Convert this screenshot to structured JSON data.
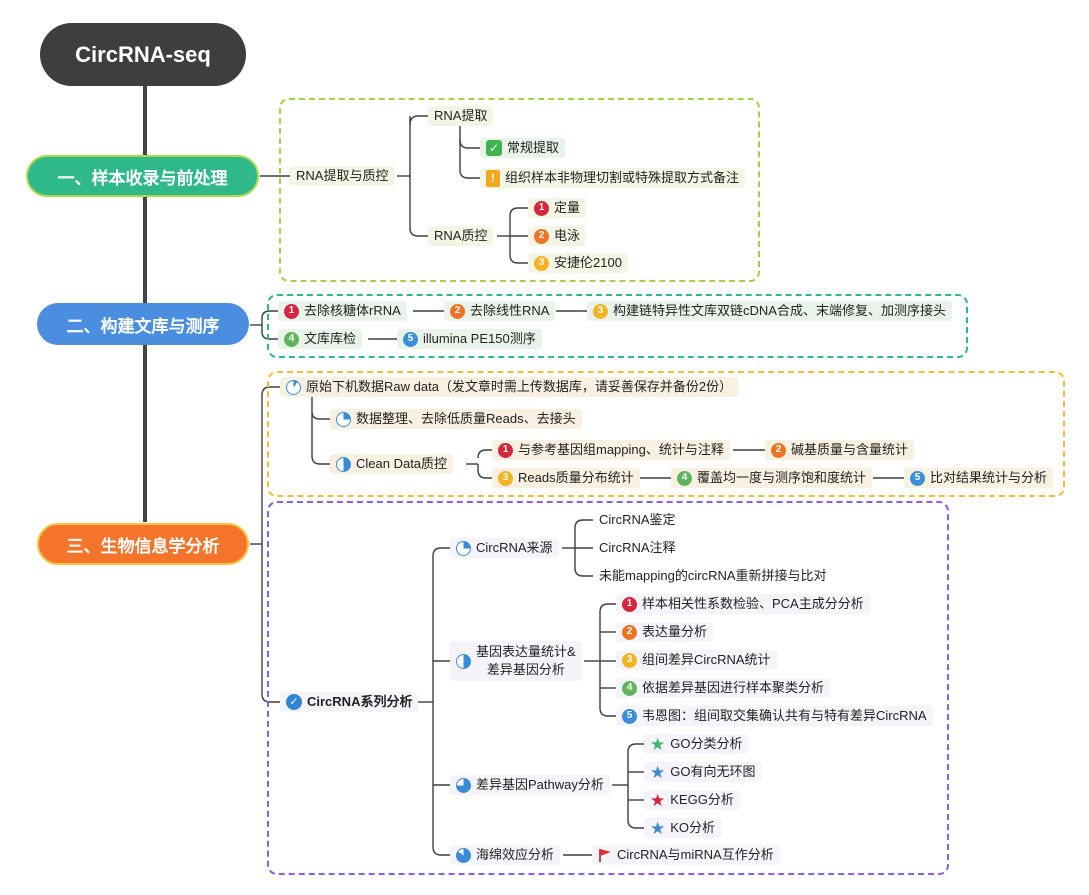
{
  "root": {
    "title": "CircRNA-seq"
  },
  "colors": {
    "root": "#3e3e3e",
    "branch1": "#2fb88a",
    "branch2": "#4b8ee0",
    "branch3": "#f4742c",
    "frame1": "#9ccf3e",
    "frame2": "#2fb88a",
    "frame3": "#f0be3c",
    "frame4": "#8b5cf0"
  },
  "branch1": {
    "label": "一、样本收录与前处理",
    "group": "RNA提取与质控",
    "extraction": {
      "label": "RNA提取",
      "items": [
        "常规提取",
        "组织样本非物理切割或特殊提取方式备注"
      ]
    },
    "qc": {
      "label": "RNA质控",
      "items": [
        "定量",
        "电泳",
        "安捷伦2100"
      ]
    }
  },
  "branch2": {
    "label": "二、构建文库与测序",
    "steps": [
      "去除核糖体rRNA",
      "去除线性RNA",
      "构建链特异性文库双链cDNA合成、末端修复、加测序接头",
      "文库库检",
      "illumina PE150测序"
    ]
  },
  "branch3": {
    "label": "三、生物信息学分析",
    "raw": "原始下机数据Raw data（发文章时需上传数据库，请妥善保存并备份2份）",
    "clean1": "数据整理、去除低质量Reads、去接头",
    "clean_qc": {
      "label": "Clean Data质控",
      "items": [
        "与参考基因组mapping、统计与注释",
        "碱基质量与含量统计",
        "Reads质量分布统计",
        "覆盖均一度与测序饱和度统计",
        "比对结果统计与分析"
      ]
    },
    "series": {
      "label": "CircRNA系列分析",
      "source": {
        "label": "CircRNA来源",
        "items": [
          "CircRNA鉴定",
          "CircRNA注释",
          "未能mapping的circRNA重新拼接与比对"
        ]
      },
      "expr": {
        "label_line1": "基因表达量统计&",
        "label_line2": "差异基因分析",
        "items": [
          "样本相关性系数检验、PCA主成分分析",
          "表达量分析",
          "组间差异CircRNA统计",
          "依据差异基因进行样本聚类分析",
          "韦恩图：组间取交集确认共有与特有差异CircRNA"
        ]
      },
      "pathway": {
        "label": "差异基因Pathway分析",
        "items": [
          "GO分类分析",
          "GO有向无环图",
          "KEGG分析",
          "KO分析"
        ],
        "star_colors": [
          "#3fb56a",
          "#3a8bd5",
          "#d9252f",
          "#3a8bd5"
        ]
      },
      "sponge": {
        "label": "海绵效应分析",
        "items": [
          "CircRNA与miRNA互作分析"
        ]
      }
    }
  },
  "icons": {
    "check": "check-icon",
    "warning": "warning-icon",
    "pie": "pie-progress-icon",
    "star": "star-icon",
    "flag": "flag-icon"
  }
}
